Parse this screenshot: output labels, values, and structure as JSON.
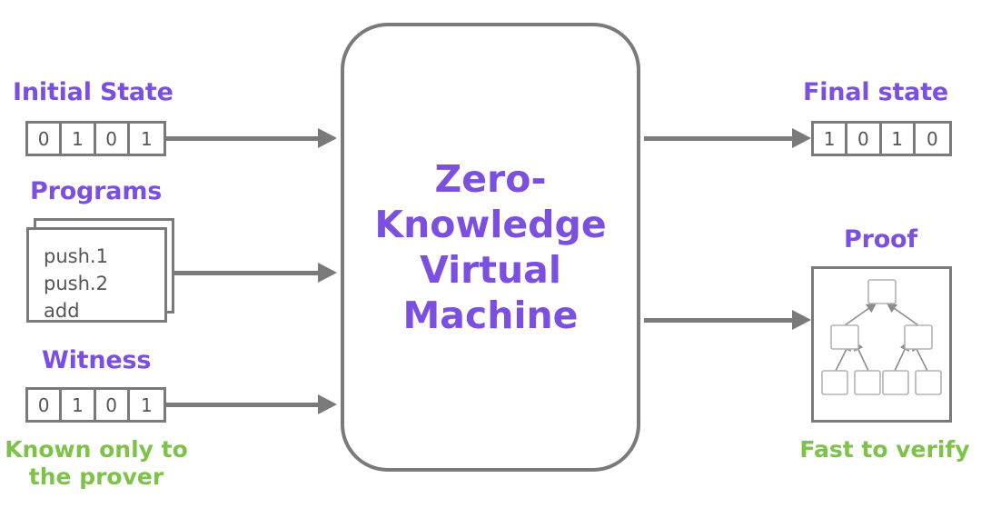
{
  "colors": {
    "purple": "#7b4fe0",
    "green": "#7fc24a",
    "gray": "#7a7a7a",
    "light_gray": "#b3b3b3",
    "text_gray": "#555555",
    "background": "#ffffff"
  },
  "inputs": {
    "initial_state": {
      "heading": "Initial State",
      "bits": [
        "0",
        "1",
        "0",
        "1"
      ]
    },
    "programs": {
      "heading": "Programs",
      "code_lines": [
        "push.1",
        "push.2",
        "add"
      ]
    },
    "witness": {
      "heading": "Witness",
      "bits": [
        "0",
        "1",
        "0",
        "1"
      ],
      "note": "Known only to\nthe prover",
      "note_line1": "Known only to",
      "note_line2": "the prover"
    }
  },
  "machine": {
    "label": "Zero-\nKnowledge\nVirtual\nMachine",
    "label_line1": "Zero-",
    "label_line2": "Knowledge",
    "label_line3": "Virtual",
    "label_line4": "Machine"
  },
  "outputs": {
    "final_state": {
      "heading": "Final state",
      "bits": [
        "1",
        "0",
        "1",
        "0"
      ]
    },
    "proof": {
      "heading": "Proof",
      "note": "Fast to verify",
      "tree": {
        "root": 1,
        "mid_nodes": 2,
        "leaf_nodes": 4,
        "arrow_direction": "upward"
      }
    }
  },
  "arrows": {
    "initial_state_to_vm": "arrow-right",
    "programs_to_vm": "arrow-right",
    "witness_to_vm": "arrow-right",
    "vm_to_final_state": "arrow-right",
    "vm_to_proof": "arrow-right"
  }
}
